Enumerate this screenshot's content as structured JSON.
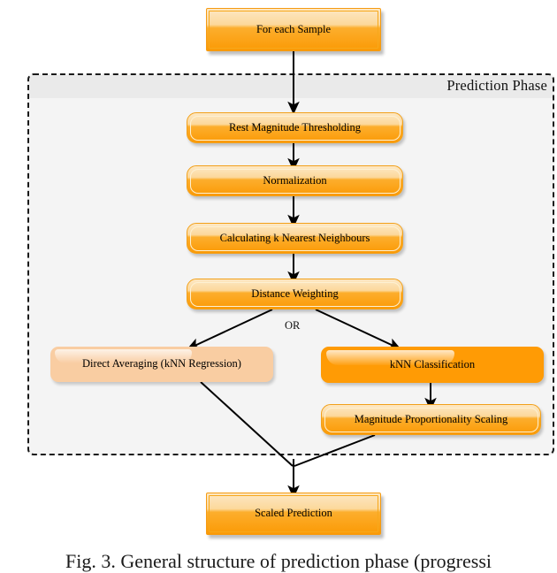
{
  "figure": {
    "caption": "Fig. 3. General structure of prediction phase (progressi"
  },
  "phase": {
    "label": "Prediction Phase"
  },
  "branch": {
    "or_label": "OR"
  },
  "nodes": {
    "start": {
      "label": "For each Sample"
    },
    "threshold": {
      "label": "Rest Magnitude Thresholding"
    },
    "normalization": {
      "label": "Normalization"
    },
    "knn": {
      "label": "Calculating k Nearest Neighbours"
    },
    "distance": {
      "label": "Distance Weighting"
    },
    "regression": {
      "label": "Direct Averaging (kNN Regression)"
    },
    "classification": {
      "label": "kNN Classification"
    },
    "scaling": {
      "label": "Magnitude Proportionality Scaling"
    },
    "end": {
      "label": "Scaled Prediction"
    }
  },
  "colors": {
    "node_gradient_top": "#fde8c4",
    "node_gradient_bottom": "#fb9a05",
    "node_border": "#f59b12",
    "peach_fill": "#f9cda2",
    "solid_fill": "#ff9b05",
    "phase_body": "#f4f4f4",
    "phase_header": "#eaeaea",
    "connector": "#000000"
  }
}
